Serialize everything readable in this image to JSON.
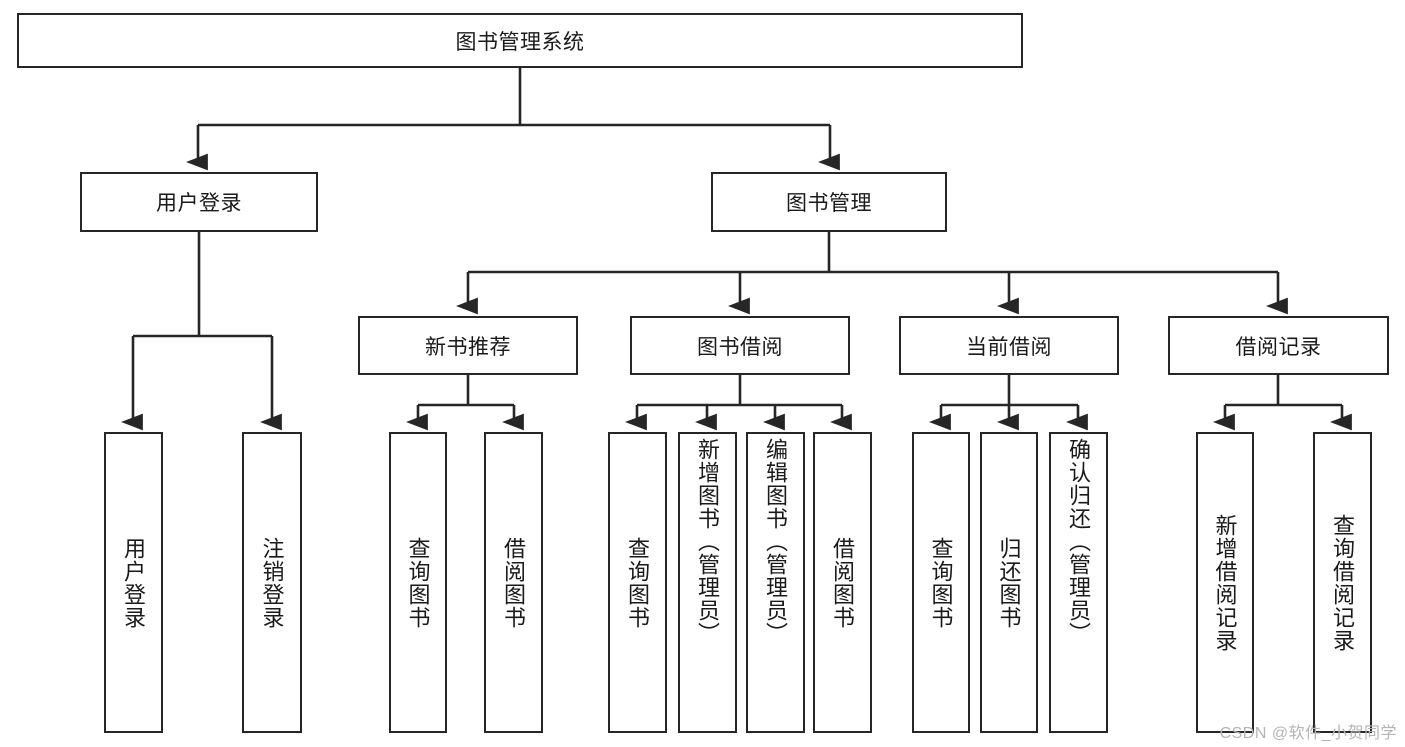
{
  "diagram": {
    "type": "hierarchy-tree",
    "title": "图书管理系统",
    "watermark": "CSDN @软件_小贺同学",
    "colors": {
      "box_border": "#262626",
      "box_fill": "#ffffff",
      "connector": "#262626",
      "text": "#1a1a1a",
      "watermark": "#b4b4b4"
    },
    "nodes": {
      "root": {
        "label": "图书管理系统"
      },
      "level1": [
        {
          "label": "用户登录"
        },
        {
          "label": "图书管理"
        }
      ],
      "level2": [
        {
          "label": "新书推荐"
        },
        {
          "label": "图书借阅"
        },
        {
          "label": "当前借阅"
        },
        {
          "label": "借阅记录"
        }
      ],
      "leaves": {
        "user_login": [
          {
            "label": "用户登录"
          },
          {
            "label": "注销登录"
          }
        ],
        "new_book_recommend": [
          {
            "label": "查询图书"
          },
          {
            "label": "借阅图书"
          }
        ],
        "book_borrow": [
          {
            "label": "查询图书"
          },
          {
            "label": "新增图书（管理员）"
          },
          {
            "label": "编辑图书（管理员）"
          },
          {
            "label": "借阅图书"
          }
        ],
        "current_borrow": [
          {
            "label": "查询图书"
          },
          {
            "label": "归还图书"
          },
          {
            "label": "确认归还（管理员）"
          }
        ],
        "borrow_record": [
          {
            "label": "新增借阅记录"
          },
          {
            "label": "查询借阅记录"
          }
        ]
      }
    }
  }
}
